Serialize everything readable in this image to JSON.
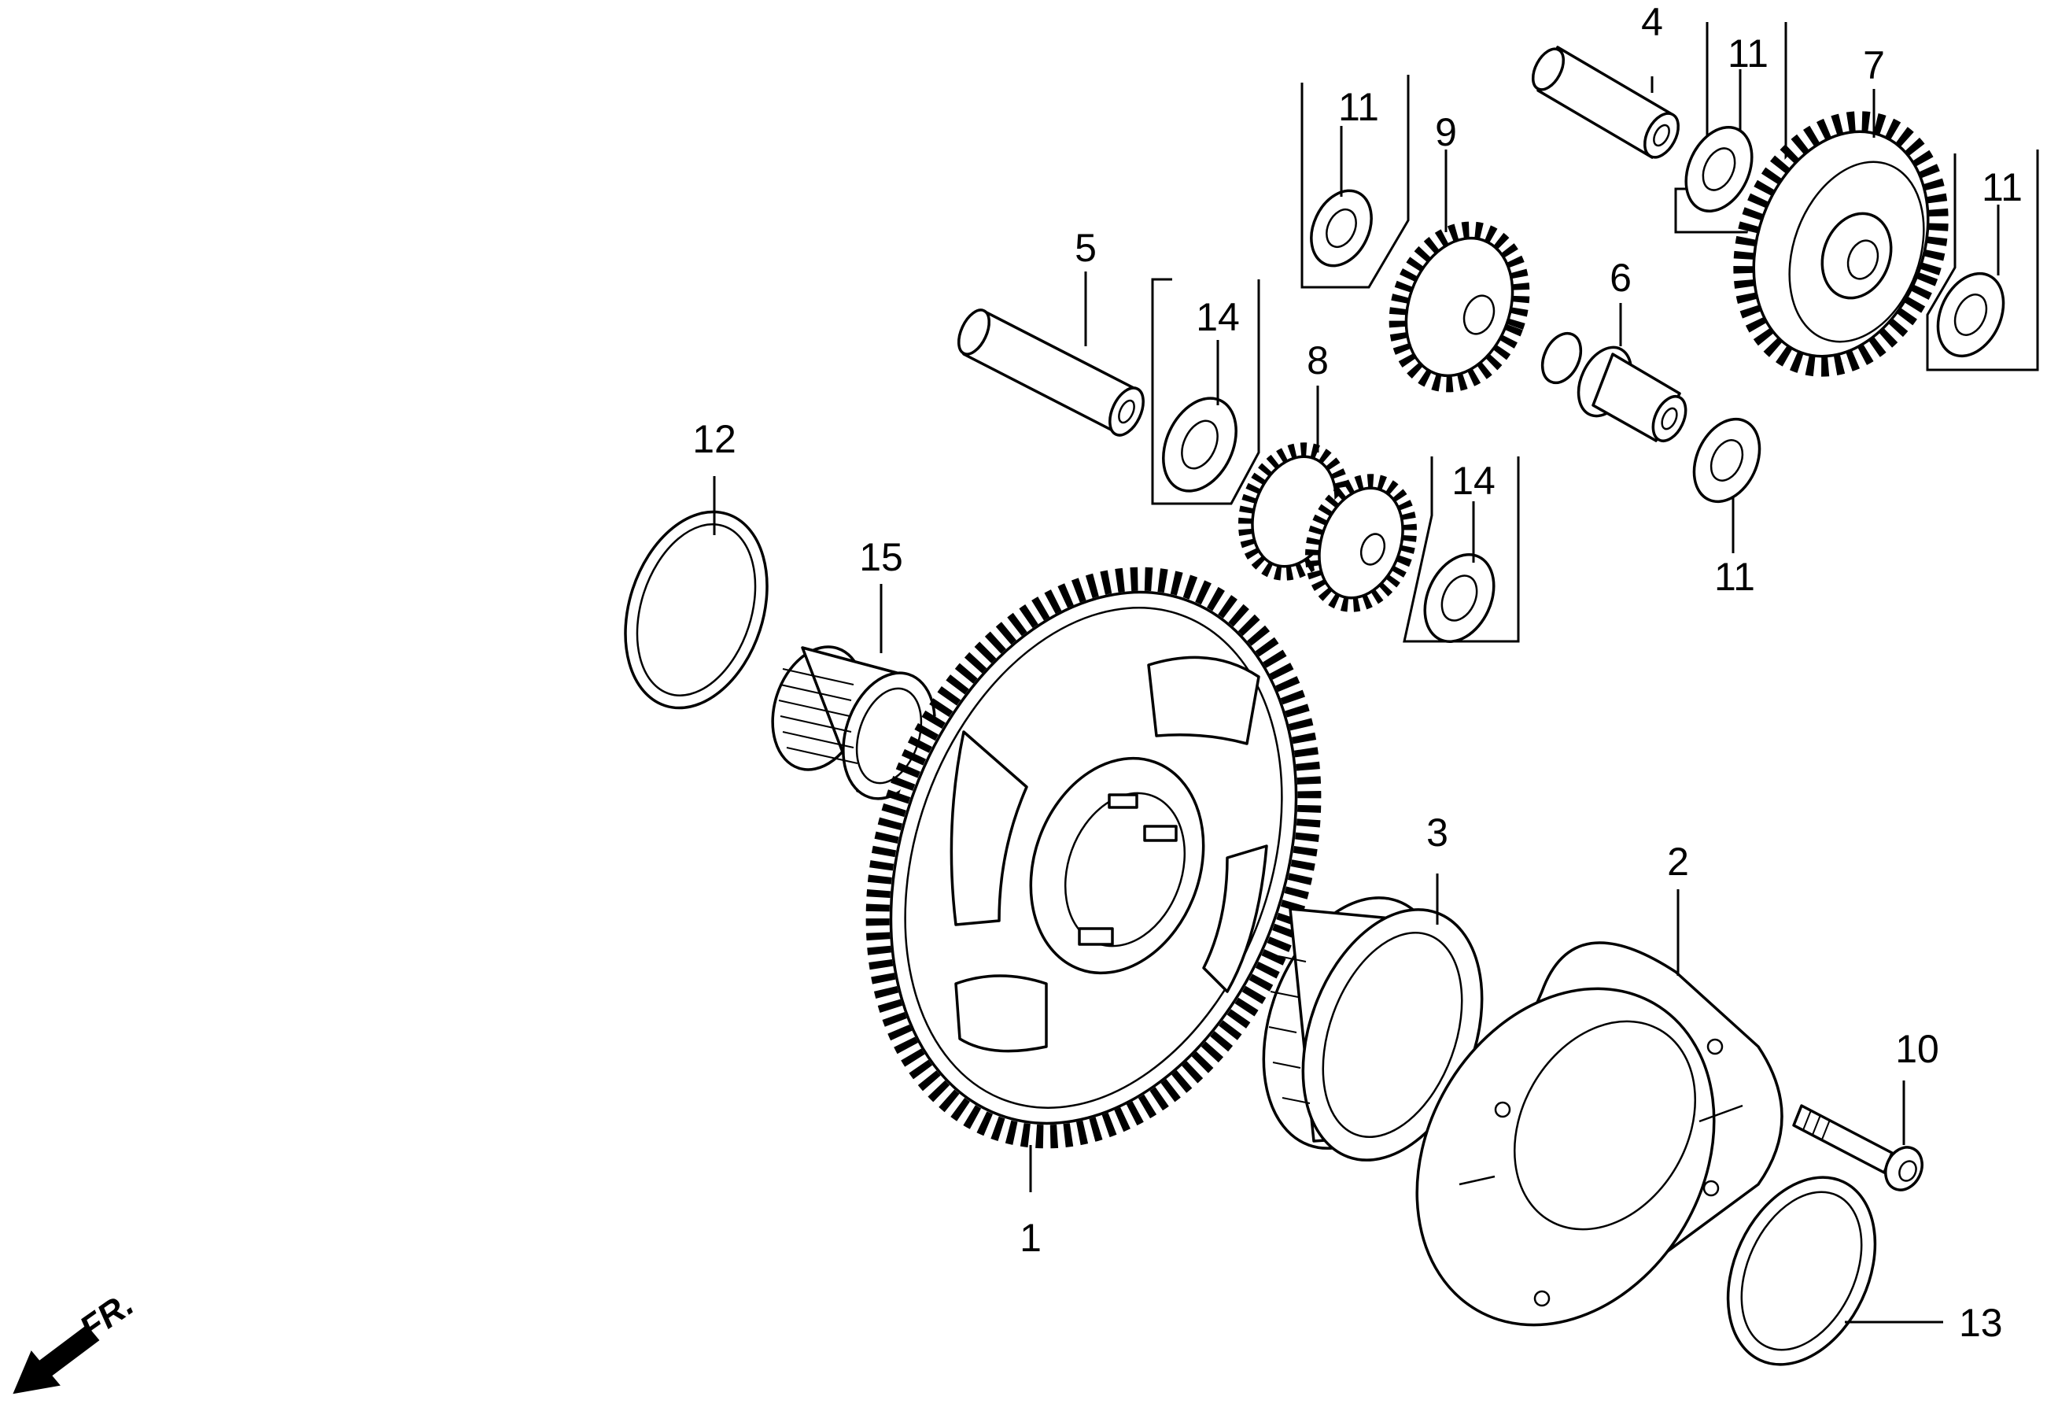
{
  "callouts": {
    "c1": "1",
    "c2": "2",
    "c3": "3",
    "c4": "4",
    "c5": "5",
    "c6": "6",
    "c7": "7",
    "c8": "8",
    "c9": "9",
    "c10": "10",
    "c11a": "11",
    "c11b": "11",
    "c11c": "11",
    "c11d": "11",
    "c12": "12",
    "c13": "13",
    "c14a": "14",
    "c14b": "14",
    "c15": "15"
  },
  "direction": {
    "label": "FR."
  }
}
